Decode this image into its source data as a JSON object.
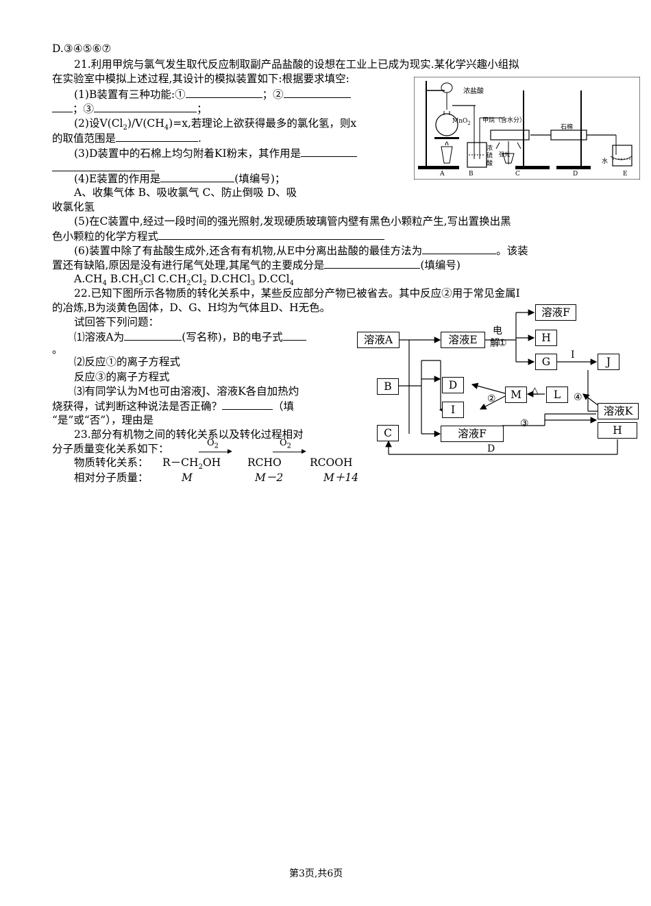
{
  "lines": {
    "l0": "D.③④⑤⑥⑦",
    "q21_a": "21.利用甲烷与氯气发生取代反应制取副产品盐酸的设想在工业上已成为现实.某化学兴趣小组拟",
    "q21_b": "在实验室中模拟上述过程,其设计的模拟装置如下:根据要求填空:",
    "q21_1a": "(1)B装置有三种功能:①",
    "q21_1b": "；②",
    "q21_1c": "；③",
    "q21_1c2": "；",
    "q21_2a": "(2)设V(Cl",
    "q21_2b": ")/V(CH",
    "q21_2c": ")=x,若理论上欲获得最多的氯化氢，则x",
    "q21_2d": "的取值范围是",
    "q21_2e": ".",
    "q21_3": "(3)D装置中的石棉上均匀附着KI粉末，其作用是",
    "q21_4a": "(4)E装置的作用是",
    "q21_4b": "(填编号)；",
    "q21_4opts": "A、收集气体      B、吸收氯气       C、防止倒吸        D、吸",
    "q21_4c": "收氯化氢",
    "q21_5a": "(5)在C装置中,经过一段时间的强光照射,发现硬质玻璃管内壁有黑色小颗粒产生,写出置换出黑",
    "q21_5b": "色小颗粒的化学方程式",
    "q21_6a": "(6)装置中除了有盐酸生成外,还含有有机物,从E中分离出盐酸的最佳方法为",
    "q21_6a2": "。该装",
    "q21_6b": "置还有缺陷,原因是没有进行尾气处理,其尾气的主要成分是",
    "q21_6b2": "(填编号)",
    "q21_6opts": [
      "A.CH",
      "4",
      "    B.CH",
      "3",
      "Cl     C.CH",
      "2",
      "Cl",
      "2",
      "      D.CHCl",
      "3",
      "      D.CCl",
      "4"
    ],
    "q22_a": "22.已知下图所示各物质的转化关系中，某些反应部分产物已被省去。其中反应②用于常见金属I",
    "q22_b": "的冶炼,B为淡黄色固体，D、G、H均为气体且D、H无色。",
    "q22_c": "试回答下列问题：",
    "q22_1a": "⑴溶液A为",
    "q22_1b": "(写名称)，B的电子式",
    "q22_1c": "。",
    "q22_2": "⑵反应①的离子方程式",
    "q22_3": "反应③的离子方程式",
    "q22_4a": "⑶有同学认为M也可由溶液J、溶液K各自加热灼",
    "q22_4b": "烧获得，试判断这种说法是否正确？",
    "q22_4c": "（填",
    "q22_4d": "“是”或“否”），理由是",
    "q23_a": "23.部分有机物之间的转化关系以及转化过程相对",
    "q23_b": "分子质量变化关系如下：",
    "q23_c_label": "物质转化关系：",
    "q23_c1": "R－CH",
    "q23_c1s": "2",
    "q23_c1e": "OH",
    "q23_c2": "RCHO",
    "q23_c3": "RCOOH",
    "q23_arrow": "O",
    "q23_arrow_sub": "2",
    "q23_d_label": "相对分子质量：",
    "q23_d1": "M",
    "q23_d2": "M－2",
    "q23_d3": "M＋14"
  },
  "apparatus": {
    "acid": "浓盐酸",
    "mno2": "MnO",
    "mno2_sub": "2",
    "methane": "甲烷（含水分）",
    "asbestos": "石棉",
    "h2so4": "浓硫酸",
    "light": "强光",
    "water": "水",
    "labels": [
      "A",
      "B",
      "C",
      "D",
      "E"
    ]
  },
  "flow": {
    "boxes": {
      "A": "溶液A",
      "E": "溶液E",
      "F1": "溶液F",
      "H1": "H",
      "G": "G",
      "J": "J",
      "B": "B",
      "D": "D",
      "M": "M",
      "L": "L",
      "K": "溶液K",
      "I": "I",
      "C": "C",
      "F2": "溶液F",
      "H2": "H"
    },
    "elec1": "电",
    "elec2": "解",
    "r1": "①",
    "r2": "②",
    "r3": "③",
    "r4": "④",
    "heat": "△",
    "lineI": "I",
    "lineD": "D"
  },
  "footer": "第3页,共6页"
}
